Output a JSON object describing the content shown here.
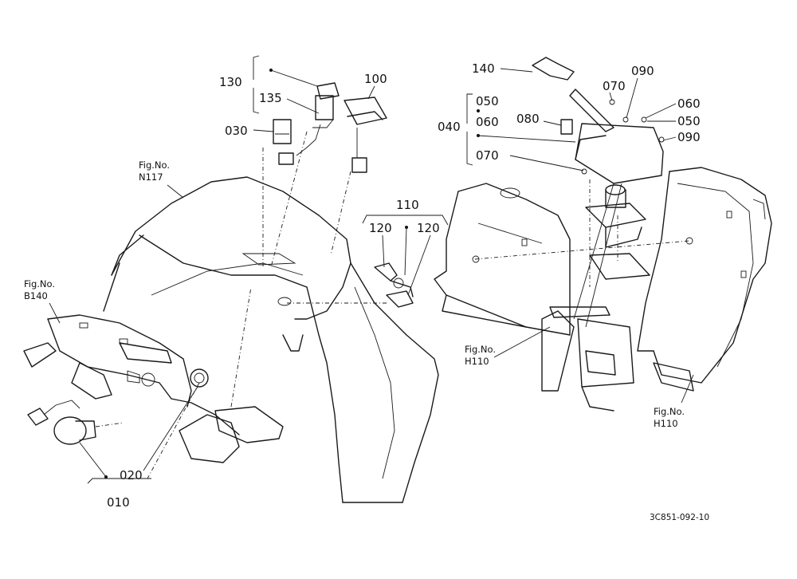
{
  "callouts": {
    "c130": "130",
    "c135": "135",
    "c100": "100",
    "c030": "030",
    "c110": "110",
    "c120a": "120",
    "c120b": "120",
    "c020": "020",
    "c010": "010",
    "c140": "140",
    "c070a": "070",
    "c090a": "090",
    "c050a": "050",
    "c060a": "060",
    "c040": "040",
    "c080": "080",
    "c060b": "060",
    "c050b": "050",
    "c090b": "090",
    "c070b": "070"
  },
  "figrefs": {
    "n117_a": "Fig.No.",
    "n117_b": "N117",
    "b140_a": "Fig.No.",
    "b140_b": "B140",
    "h110a_a": "Fig.No.",
    "h110a_b": "H110",
    "h110b_a": "Fig.No.",
    "h110b_b": "H110"
  },
  "drawing_code": "3C851-092-10"
}
